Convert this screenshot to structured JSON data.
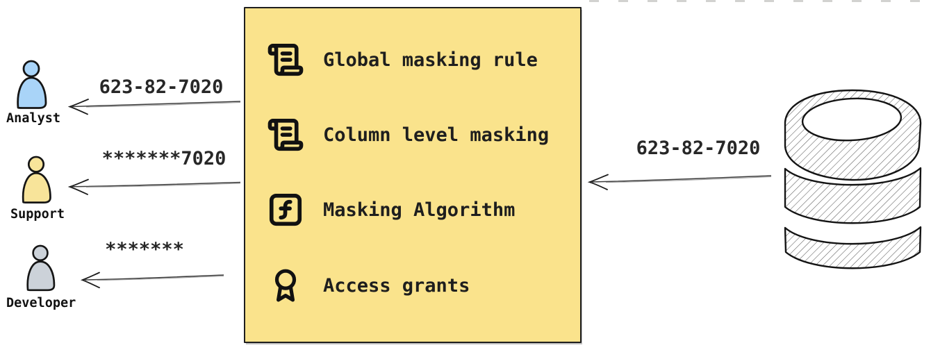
{
  "flow": {
    "source_database": {
      "name": "database",
      "emits_value": "623-82-7020"
    },
    "masking_layer": {
      "items": [
        {
          "icon": "scroll-text-icon",
          "label": "Global masking rule"
        },
        {
          "icon": "scroll-text-icon",
          "label": "Column level masking"
        },
        {
          "icon": "function-square-icon",
          "label": "Masking Algorithm"
        },
        {
          "icon": "award-icon",
          "label": "Access grants"
        }
      ]
    },
    "personas": [
      {
        "name": "Analyst",
        "received_value": "623-82-7020",
        "fill": "#a9d4f8"
      },
      {
        "name": "Support",
        "received_value": "*******7020",
        "fill": "#f8e49a"
      },
      {
        "name": "Developer",
        "received_value": "*******",
        "fill": "#ccd2d9"
      }
    ],
    "colors": {
      "box_fill": "#fae38c",
      "ink": "#1e1e1e",
      "arrow": "#3b3b3b",
      "analyst_fill": "#a9d4f8",
      "support_fill": "#f8e49a",
      "developer_fill": "#ccd2d9"
    }
  }
}
